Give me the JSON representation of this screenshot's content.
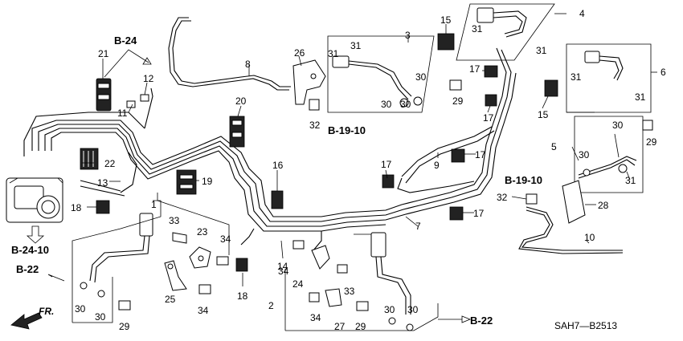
{
  "diagram": {
    "drawing_code": "SAH7—B2513",
    "direction_label": "FR.",
    "ref_labels": {
      "b24_top": "B-24",
      "b19_10_mid": "B-19-10",
      "b19_10_right": "B-19-10",
      "b24_10": "B-24-10",
      "b22_left": "B-22",
      "b22_bottom": "B-22"
    },
    "callouts": [
      {
        "id": "c1",
        "text": "1"
      },
      {
        "id": "c2",
        "text": "2"
      },
      {
        "id": "c3",
        "text": "3"
      },
      {
        "id": "c4",
        "text": "4"
      },
      {
        "id": "c5",
        "text": "5"
      },
      {
        "id": "c6",
        "text": "6"
      },
      {
        "id": "c7",
        "text": "7"
      },
      {
        "id": "c8",
        "text": "8"
      },
      {
        "id": "c9",
        "text": "9"
      },
      {
        "id": "c10",
        "text": "10"
      },
      {
        "id": "c11",
        "text": "11"
      },
      {
        "id": "c12",
        "text": "12"
      },
      {
        "id": "c13",
        "text": "13"
      },
      {
        "id": "c14",
        "text": "14"
      },
      {
        "id": "c15a",
        "text": "15"
      },
      {
        "id": "c15b",
        "text": "15"
      },
      {
        "id": "c16",
        "text": "16"
      },
      {
        "id": "c17a",
        "text": "17"
      },
      {
        "id": "c17b",
        "text": "17"
      },
      {
        "id": "c17c",
        "text": "17"
      },
      {
        "id": "c17d",
        "text": "17"
      },
      {
        "id": "c17e",
        "text": "17"
      },
      {
        "id": "c18a",
        "text": "18"
      },
      {
        "id": "c18b",
        "text": "18"
      },
      {
        "id": "c19",
        "text": "19"
      },
      {
        "id": "c20",
        "text": "20"
      },
      {
        "id": "c21",
        "text": "21"
      },
      {
        "id": "c22",
        "text": "22"
      },
      {
        "id": "c23",
        "text": "23"
      },
      {
        "id": "c24",
        "text": "24"
      },
      {
        "id": "c25",
        "text": "25"
      },
      {
        "id": "c26",
        "text": "26"
      },
      {
        "id": "c27",
        "text": "27"
      },
      {
        "id": "c28",
        "text": "28"
      },
      {
        "id": "c29a",
        "text": "29"
      },
      {
        "id": "c29b",
        "text": "29"
      },
      {
        "id": "c29c",
        "text": "29"
      },
      {
        "id": "c29d",
        "text": "29"
      },
      {
        "id": "c30a",
        "text": "30"
      },
      {
        "id": "c30b",
        "text": "30"
      },
      {
        "id": "c30c",
        "text": "30"
      },
      {
        "id": "c30d",
        "text": "30"
      },
      {
        "id": "c30e",
        "text": "30"
      },
      {
        "id": "c30f",
        "text": "30"
      },
      {
        "id": "c30g",
        "text": "30"
      },
      {
        "id": "c30h",
        "text": "30"
      },
      {
        "id": "c30i",
        "text": "30"
      },
      {
        "id": "c31a",
        "text": "31"
      },
      {
        "id": "c31b",
        "text": "31"
      },
      {
        "id": "c31c",
        "text": "31"
      },
      {
        "id": "c31d",
        "text": "31"
      },
      {
        "id": "c31e",
        "text": "31"
      },
      {
        "id": "c31f",
        "text": "31"
      },
      {
        "id": "c31g",
        "text": "31"
      },
      {
        "id": "c32a",
        "text": "32"
      },
      {
        "id": "c32b",
        "text": "32"
      },
      {
        "id": "c33a",
        "text": "33"
      },
      {
        "id": "c33b",
        "text": "33"
      },
      {
        "id": "c34a",
        "text": "34"
      },
      {
        "id": "c34b",
        "text": "34"
      },
      {
        "id": "c34c",
        "text": "34"
      },
      {
        "id": "c34d",
        "text": "34"
      }
    ]
  }
}
